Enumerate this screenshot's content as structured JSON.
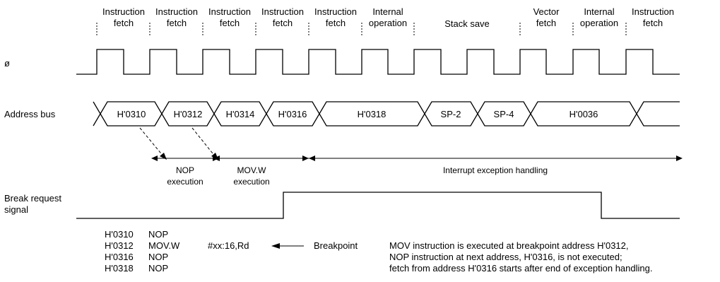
{
  "cycles": [
    {
      "line1": "Instruction",
      "line2": "fetch"
    },
    {
      "line1": "Instruction",
      "line2": "fetch"
    },
    {
      "line1": "Instruction",
      "line2": "fetch"
    },
    {
      "line1": "Instruction",
      "line2": "fetch"
    },
    {
      "line1": "Instruction",
      "line2": "fetch"
    },
    {
      "line1": "Internal",
      "line2": "operation"
    },
    {
      "line1": "Stack save",
      "line2": ""
    },
    {
      "line1": "Vector",
      "line2": "fetch"
    },
    {
      "line1": "Internal",
      "line2": "operation"
    },
    {
      "line1": "Instruction",
      "line2": "fetch"
    }
  ],
  "signals": {
    "clock": "ø",
    "address_bus": "Address bus",
    "break_line1": "Break request",
    "break_line2": "signal"
  },
  "addresses": [
    "H'0310",
    "H'0312",
    "H'0314",
    "H'0316",
    "H'0318",
    "SP-2",
    "SP-4",
    "H'0036"
  ],
  "phases": {
    "nop_line1": "NOP",
    "nop_line2": "execution",
    "mov_line1": "MOV.W",
    "mov_line2": "execution",
    "interrupt": "Interrupt exception handling"
  },
  "program": [
    {
      "addr": "H'0310",
      "op": "NOP",
      "operand": ""
    },
    {
      "addr": "H'0312",
      "op": "MOV.W",
      "operand": "#xx:16,Rd"
    },
    {
      "addr": "H'0316",
      "op": "NOP",
      "operand": ""
    },
    {
      "addr": "H'0318",
      "op": "NOP",
      "operand": ""
    }
  ],
  "breakpoint_label": "Breakpoint",
  "notes": [
    "MOV instruction is executed at breakpoint address H'0312,",
    "NOP instruction at next address, H'0316, is not executed;",
    "fetch from address H'0316 starts after end of exception handling."
  ]
}
